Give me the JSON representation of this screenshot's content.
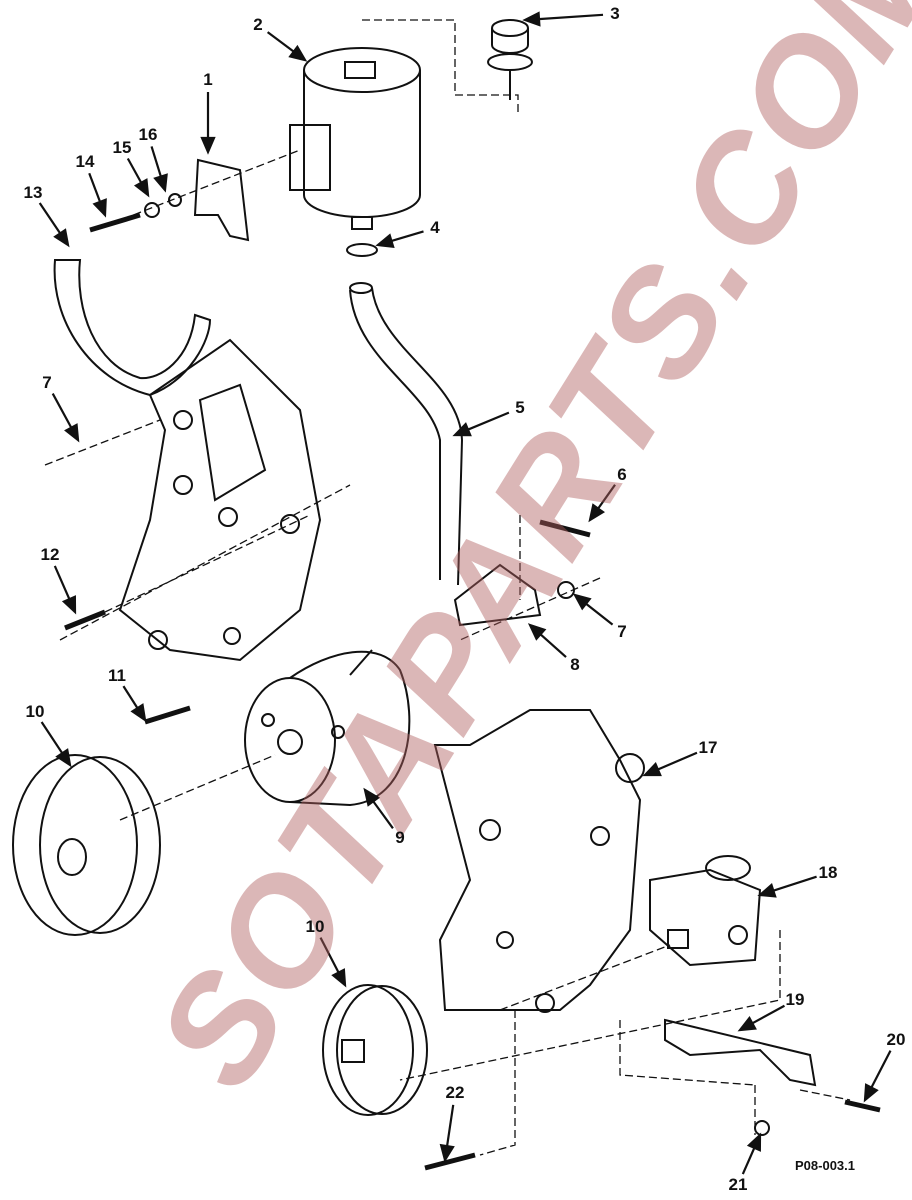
{
  "diagram": {
    "callouts": [
      "2",
      "3",
      "1",
      "14",
      "15",
      "16",
      "13",
      "4",
      "7",
      "5",
      "6",
      "12",
      "7",
      "8",
      "11",
      "10",
      "17",
      "9",
      "18",
      "10",
      "19",
      "20",
      "22",
      "21"
    ],
    "reference_code": "P08-003.1",
    "watermark": "SOTAPARTS.COM"
  }
}
